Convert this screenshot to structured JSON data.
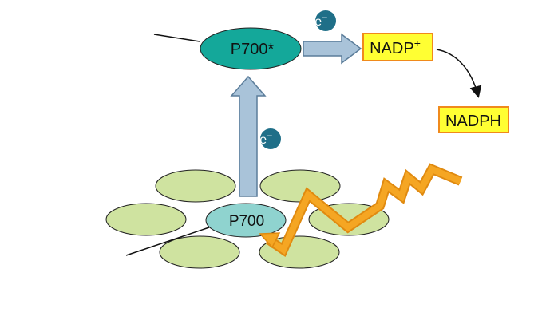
{
  "diagram": {
    "excited_center": "P700*",
    "reaction_center": "P700",
    "electron_label": "e",
    "electron_charge": "–",
    "acceptor": {
      "base": "NADP",
      "charge": "+"
    },
    "product": "NADPH",
    "colors": {
      "teal_dark": "#14a89a",
      "teal_light": "#8fd3cf",
      "green": "#cfe3a0",
      "arrow_fill": "#a9c3d9",
      "arrow_stroke": "#5b7d9a",
      "box_fill": "#ffff33",
      "box_stroke": "#f08a1c",
      "light_ray": "#f5a623",
      "electron_fill": "#1f6f88"
    }
  }
}
